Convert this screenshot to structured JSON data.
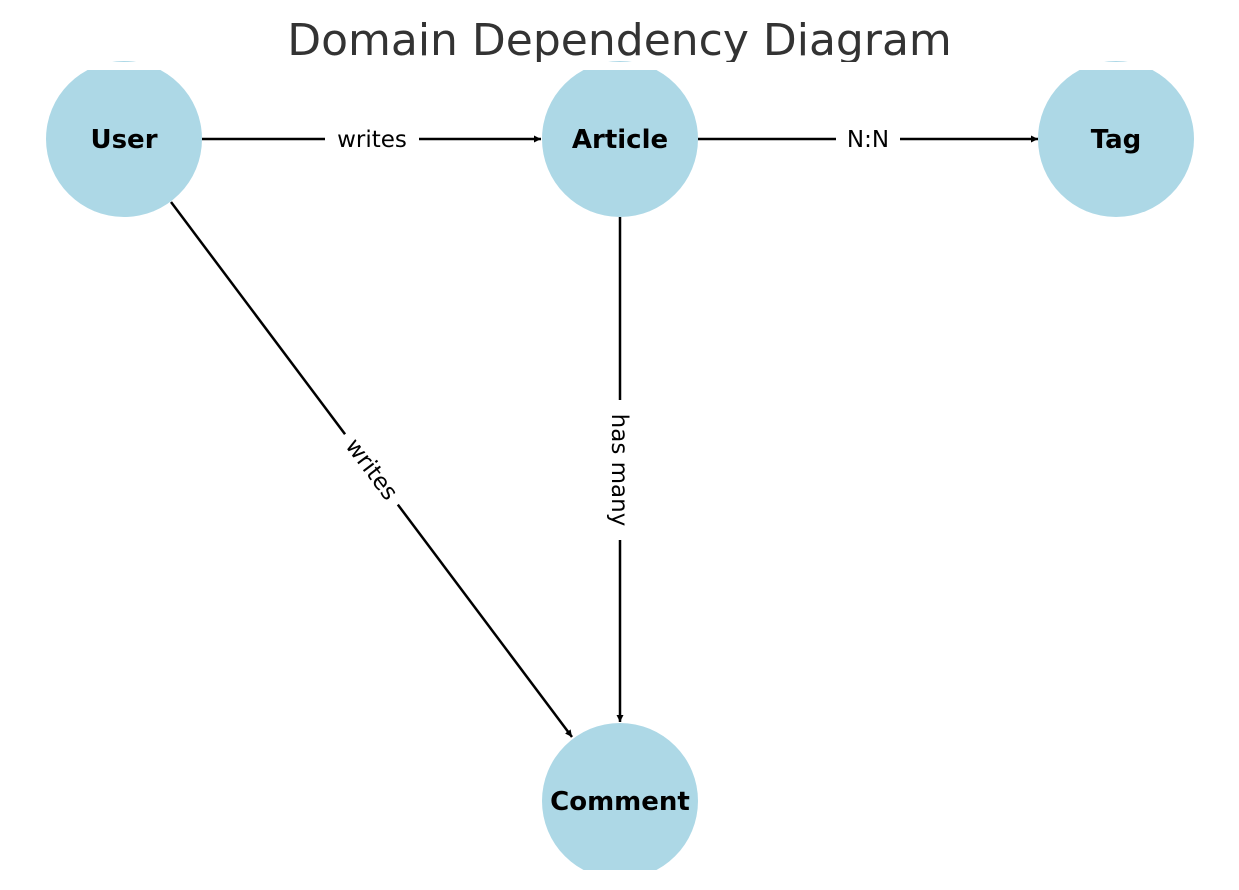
{
  "title": "Domain Dependency Diagram",
  "colors": {
    "node_fill": "#add8e6",
    "edge": "#000000",
    "title": "#333333"
  },
  "nodes": [
    {
      "id": "user",
      "label": "User"
    },
    {
      "id": "article",
      "label": "Article"
    },
    {
      "id": "tag",
      "label": "Tag"
    },
    {
      "id": "comment",
      "label": "Comment"
    }
  ],
  "edges": [
    {
      "from": "user",
      "to": "article",
      "label": "writes"
    },
    {
      "from": "article",
      "to": "tag",
      "label": "N:N"
    },
    {
      "from": "article",
      "to": "comment",
      "label": "has many"
    },
    {
      "from": "user",
      "to": "comment",
      "label": "writes"
    }
  ]
}
